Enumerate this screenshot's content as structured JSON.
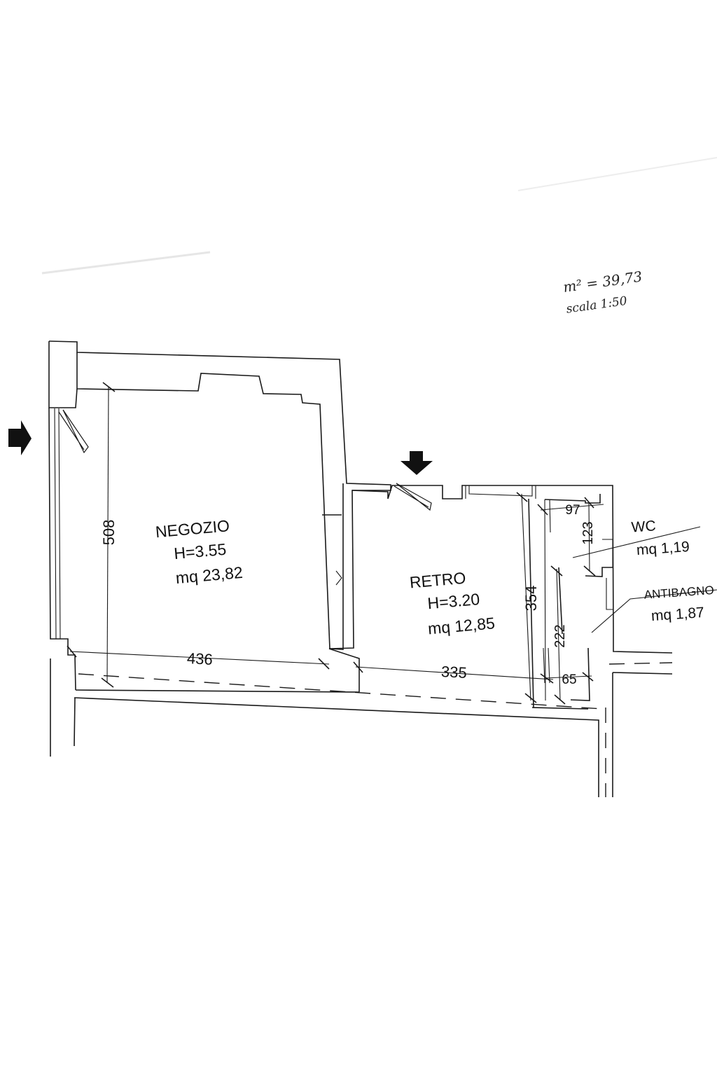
{
  "annotation": {
    "total_area": "m² = 39,73",
    "scale": "scala 1:50"
  },
  "rooms": {
    "negozio": {
      "name": "NEGOZIO",
      "height": "H=3.55",
      "area": "mq 23,82"
    },
    "retro": {
      "name": "RETRO",
      "height": "H=3.20",
      "area": "mq 12,85"
    },
    "wc": {
      "name": "WC",
      "area": "mq 1,19"
    },
    "antibagno": {
      "name": "ANTIBAGNO",
      "area": "mq 1,87"
    }
  },
  "dimensions": {
    "negozio_height": "508",
    "negozio_width": "436",
    "retro_width": "335",
    "retro_height": "354",
    "wc_width": "97",
    "wc_height": "123",
    "antibagno_height": "222",
    "antibagno_width": "65"
  }
}
